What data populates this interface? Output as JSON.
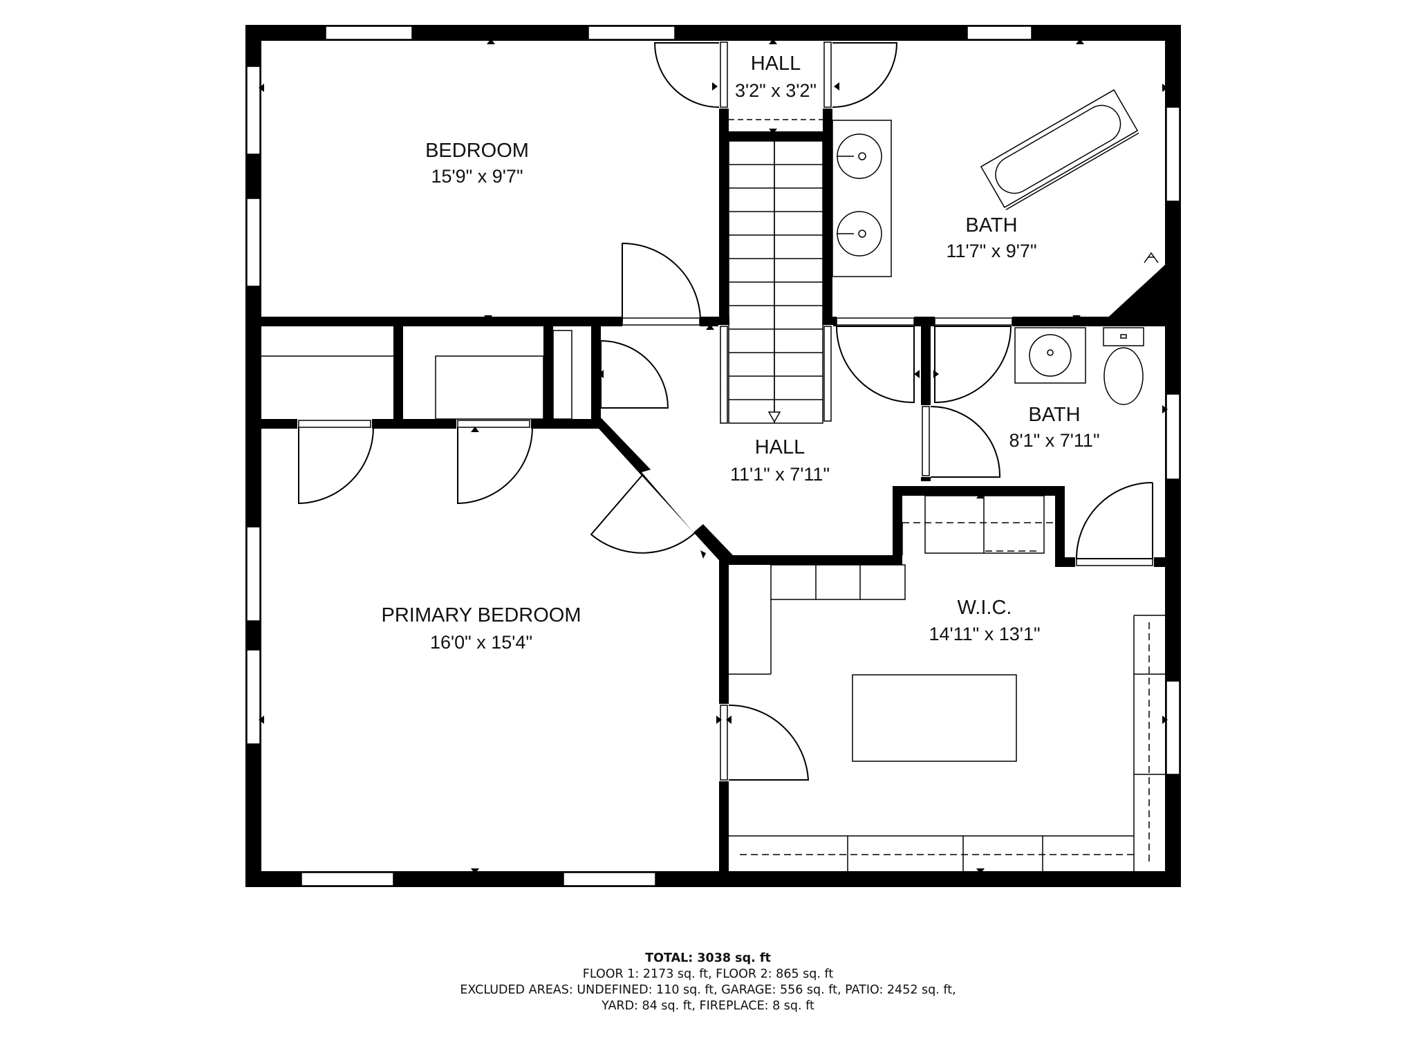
{
  "rooms": {
    "hall_top": {
      "name": "HALL",
      "dims": "3'2\" x 3'2\""
    },
    "bedroom": {
      "name": "BEDROOM",
      "dims": "15'9\" x 9'7\""
    },
    "bath_main": {
      "name": "BATH",
      "dims": "11'7\" x 9'7\""
    },
    "hall": {
      "name": "HALL",
      "dims": "11'1\" x 7'11\""
    },
    "bath_small": {
      "name": "BATH",
      "dims": "8'1\" x 7'11\""
    },
    "primary_bedroom": {
      "name": "PRIMARY BEDROOM",
      "dims": "16'0\" x 15'4\""
    },
    "wic": {
      "name": "W.I.C.",
      "dims": "14'11\" x 13'1\""
    }
  },
  "footer": {
    "total": "TOTAL: 3038 sq. ft",
    "line1": "FLOOR 1: 2173 sq. ft, FLOOR 2: 865 sq. ft",
    "line2": "EXCLUDED AREAS: UNDEFINED: 110 sq. ft, GARAGE: 556 sq. ft, PATIO: 2452 sq. ft,",
    "line3": "YARD: 84 sq. ft, FIREPLACE: 8 sq. ft"
  }
}
